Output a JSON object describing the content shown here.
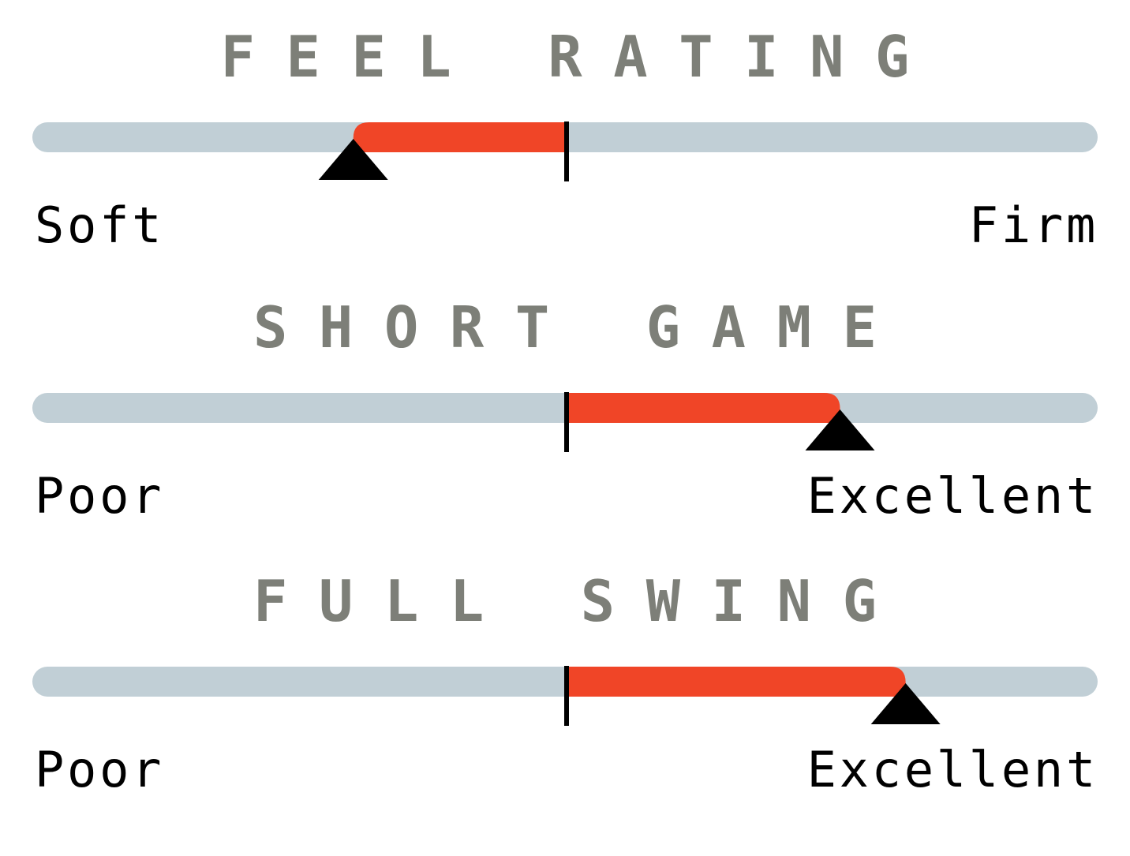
{
  "colors": {
    "title": "#7d7f78",
    "track": "#c1cfd6",
    "fill": "#f04527",
    "marker": "#000000",
    "label": "#000000"
  },
  "chart_data": [
    {
      "type": "bar",
      "title": "FEEL RATING",
      "left_label": "Soft",
      "right_label": "Firm",
      "range": [
        -1,
        1
      ],
      "center": 0,
      "value": -0.39
    },
    {
      "type": "bar",
      "title": "SHORT GAME",
      "left_label": "Poor",
      "right_label": "Excellent",
      "range": [
        -1,
        1
      ],
      "center": 0,
      "value": 0.5
    },
    {
      "type": "bar",
      "title": "FULL SWING",
      "left_label": "Poor",
      "right_label": "Excellent",
      "range": [
        -1,
        1
      ],
      "center": 0,
      "value": 0.62
    }
  ]
}
